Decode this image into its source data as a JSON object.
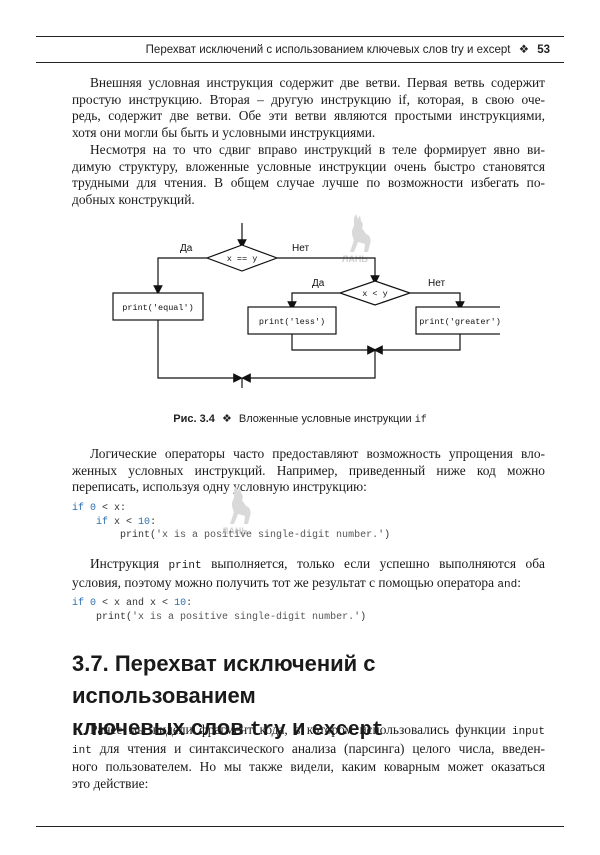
{
  "header": {
    "running_title": "Перехват исключений с использованием ключевых слов try и except",
    "separator": "❖",
    "page_number": "53"
  },
  "para1": {
    "lines": [
      "Внешняя условная инструкция содержит две ветви. Первая ветвь содержит",
      "простую инструкцию. Вторая – другую инструкцию if, которая, в свою оче-",
      "редь, содержит две ветви. Обе эти ветви являются простыми инструкциями,",
      "хотя они могли бы быть и условными инструкциями."
    ]
  },
  "para2": {
    "lines": [
      "Несмотря на то что сдвиг вправо инструкций в теле формирует явно ви-",
      "димую структуру, вложенные условные инструкции очень быстро становятся",
      "трудными для чтения. В общем случае лучше по возможности избегать по-",
      "добных конструкций."
    ]
  },
  "figure": {
    "outer_condition": "x == y",
    "outer_yes": "Да",
    "outer_no": "Нет",
    "inner_condition": "x < y",
    "inner_yes": "Да",
    "inner_no": "Нет",
    "box_equal": "print('equal')",
    "box_less": "print('less')",
    "box_greater": "print('greater')",
    "caption_label": "Рис. 3.4",
    "caption_sep": "❖",
    "caption_text": "Вложенные условные инструкции",
    "caption_code": "if"
  },
  "para3": {
    "lines": [
      "Логические операторы часто предоставляют возможность упрощения вло-",
      "женных условных инструкций. Например, приведенный ниже код можно",
      "переписать, используя одну условную инструкцию:"
    ]
  },
  "code1": {
    "l1_kw": "if",
    "l1_num": "0",
    "l1_rest": " < x:",
    "l2_kw": "if",
    "l2_mid": " x < ",
    "l2_num": "10",
    "l2_rest": ":",
    "l3_fn": "print(",
    "l3_str": "'x is a positive single-digit number.'",
    "l3_end": ")"
  },
  "para4": {
    "l1_a": "Инструкция",
    "l1_code": "print",
    "l1_b": "выполняется, только если успешно выполняются оба",
    "l2_a": "условия, поэтому можно получить тот же результат с помощью оператора",
    "l2_code": "and",
    "l2_end": ":"
  },
  "code2": {
    "l1_kw": "if",
    "l1_num1": "0",
    "l1_mid": " < x and x < ",
    "l1_num2": "10",
    "l1_rest": ":",
    "l2_fn": "print(",
    "l2_str": "'x is a positive single-digit number.'",
    "l2_end": ")"
  },
  "section": {
    "number": "3.7.",
    "title_a": "Перехват исключений с использованием",
    "title_b": "ключевых слов",
    "kw1": "try",
    "and": "и",
    "kw2": "except"
  },
  "para5": {
    "l1_a": "Ранее мы видели фрагмент кода, в котором использовались функции",
    "l1_code": "input",
    "l2_code": "int",
    "l2_b": "для чтения и синтаксического анализа (парсинга) целого числа, введен-",
    "l3": "ного пользователем. Но мы также видели, каким коварным может оказаться",
    "l4": "это действие:"
  },
  "watermark": {
    "text": "ЛАНЬ"
  }
}
